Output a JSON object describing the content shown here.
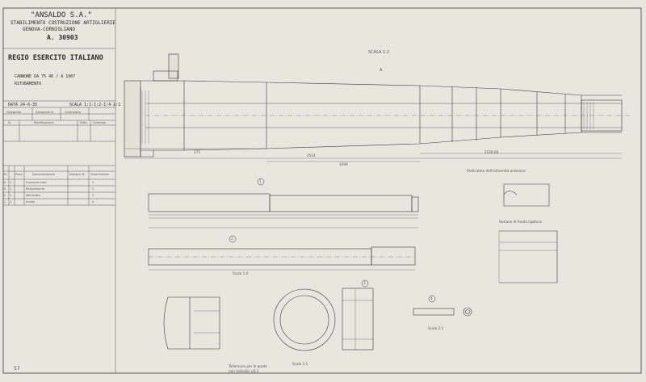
{
  "title_block": {
    "company": "\"ANSALDO S.A.\"",
    "plant_line1": "STABILIMENTO COSTRUZIONE ARTIGLIERIE",
    "plant_line2": "GENOVA-CORNIGLIANO",
    "drawing_no": "A. 30903",
    "army": "REGIO ESERCITO ITALIANO",
    "subject": "CANNONE DA 75 46 / A 1907",
    "subtitle": "RITUBAMENTO",
    "date": "DATA 24-6-35",
    "scale": "SCALA 1:1-1:2-1:4-2:1",
    "row_labels": [
      "Disegnato",
      "Disegnato N.",
      "Controllato"
    ],
    "revision_headers": [
      "N.",
      "Modificazione",
      "Data",
      "Controllo"
    ],
    "parts_headers": [
      "N.",
      "Pezzi",
      "Denominazione",
      "Disegno N.",
      "Osservazioni"
    ],
    "parts_rows": [
      [
        "4",
        "1",
        "Cannone tubo",
        "",
        "1"
      ],
      [
        "3",
        "1",
        "Ritubamento",
        "",
        "2"
      ],
      [
        "2",
        "1",
        "Manicotto",
        "",
        "3"
      ],
      [
        "1",
        "1",
        "Anello",
        "",
        "4"
      ]
    ]
  },
  "main_view": {
    "scale_label": "SCALA 1:2",
    "section_mark": "A",
    "dims": [
      "275",
      "2514",
      "1006",
      "2526.66"
    ]
  },
  "detail_labels": {
    "dettaglio_label": "Particolare dell'estremità anteriore",
    "scala_1_1": "Scala 1:1",
    "scala_1_4": "Scala 1:4",
    "scala_2_1": "Scala 2:1",
    "sezione_label": "Sezione di fondo rigatura"
  },
  "circle_marks": [
    "1",
    "2",
    "3",
    "4"
  ],
  "bottom_marks": {
    "left": "57",
    "right_note_1": "Tolleranze per le quote",
    "right_note_2": "non indicate ±0,1"
  }
}
